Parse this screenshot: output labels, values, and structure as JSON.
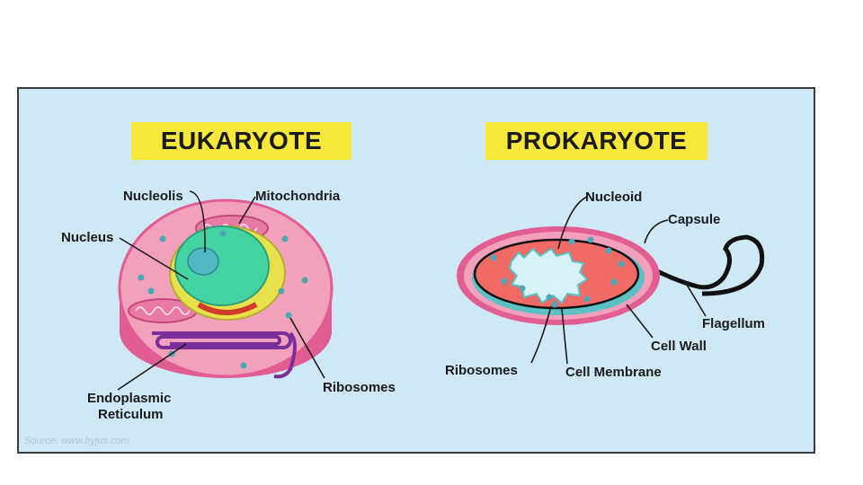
{
  "eukaryote": {
    "title": "EUKARYOTE",
    "labels": {
      "nucleolis": "Nucleolis",
      "mitochondria": "Mitochondria",
      "nucleus": "Nucleus",
      "endoplasmic_line1": "Endoplasmic",
      "endoplasmic_line2": "Reticulum",
      "ribosomes": "Ribosomes"
    }
  },
  "prokaryote": {
    "title": "PROKARYOTE",
    "labels": {
      "nucleoid": "Nucleoid",
      "capsule": "Capsule",
      "flagellum": "Flagellum",
      "cell_wall": "Cell Wall",
      "ribosomes": "Ribosomes",
      "cell_membrane": "Cell Membrane"
    }
  },
  "source": "Source: www.byjus.com",
  "colors": {
    "background": "#cfe8f6",
    "banner": "#f7e83a",
    "cytoplasm": "#f3a0bd",
    "cell_edge": "#e15d92",
    "nucleus": "#44d3a2",
    "nucleolus": "#4fb8c2",
    "golgi": "#e8e24a",
    "er": "#7a2e9a",
    "mitochondria": "#e87aa6",
    "prokaryote_body": "#f06a66",
    "nucleoid": "#d8f3f7",
    "cell_wall": "#5ac1c4",
    "ribosome": "#4aa9b5"
  }
}
